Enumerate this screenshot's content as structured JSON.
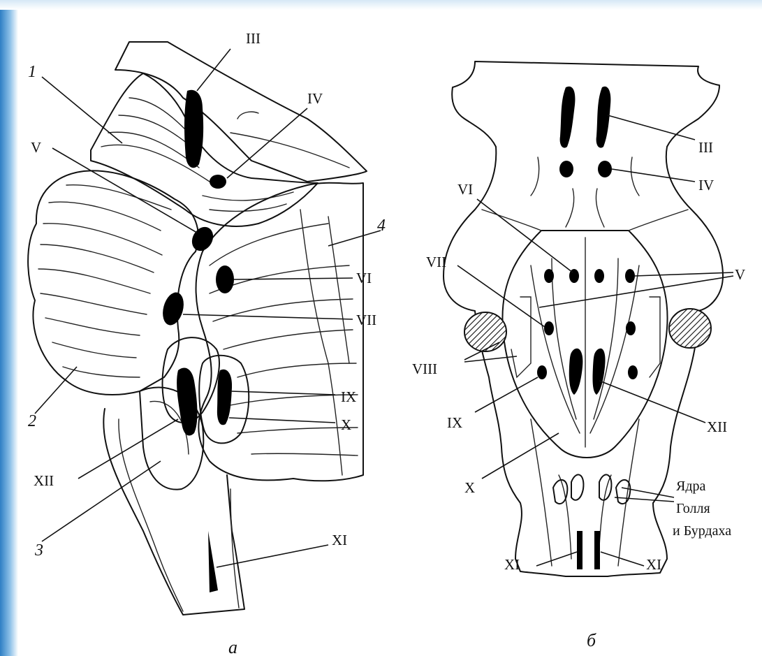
{
  "panel_a": {
    "caption": "а",
    "labels": {
      "n1": "1",
      "n2": "2",
      "n3": "3",
      "n4": "4",
      "III": "III",
      "IV": "IV",
      "V": "V",
      "VI": "VI",
      "VII": "VII",
      "IX": "IX",
      "X": "X",
      "XII": "XII",
      "XI": "XI"
    }
  },
  "panel_b": {
    "caption": "б",
    "labels": {
      "III": "III",
      "IV": "IV",
      "VI": "VI",
      "V": "V",
      "VII": "VII",
      "VIII": "VIII",
      "IX": "IX",
      "XII": "XII",
      "X": "X",
      "XI_left": "XI",
      "XI_right": "XI",
      "nuclei_line1": "Ядра",
      "nuclei_line2": "Голля",
      "nuclei_line3": "и Бурдаха"
    }
  },
  "colors": {
    "ink": "#111111",
    "edge_blue": "#2e7fc4"
  }
}
